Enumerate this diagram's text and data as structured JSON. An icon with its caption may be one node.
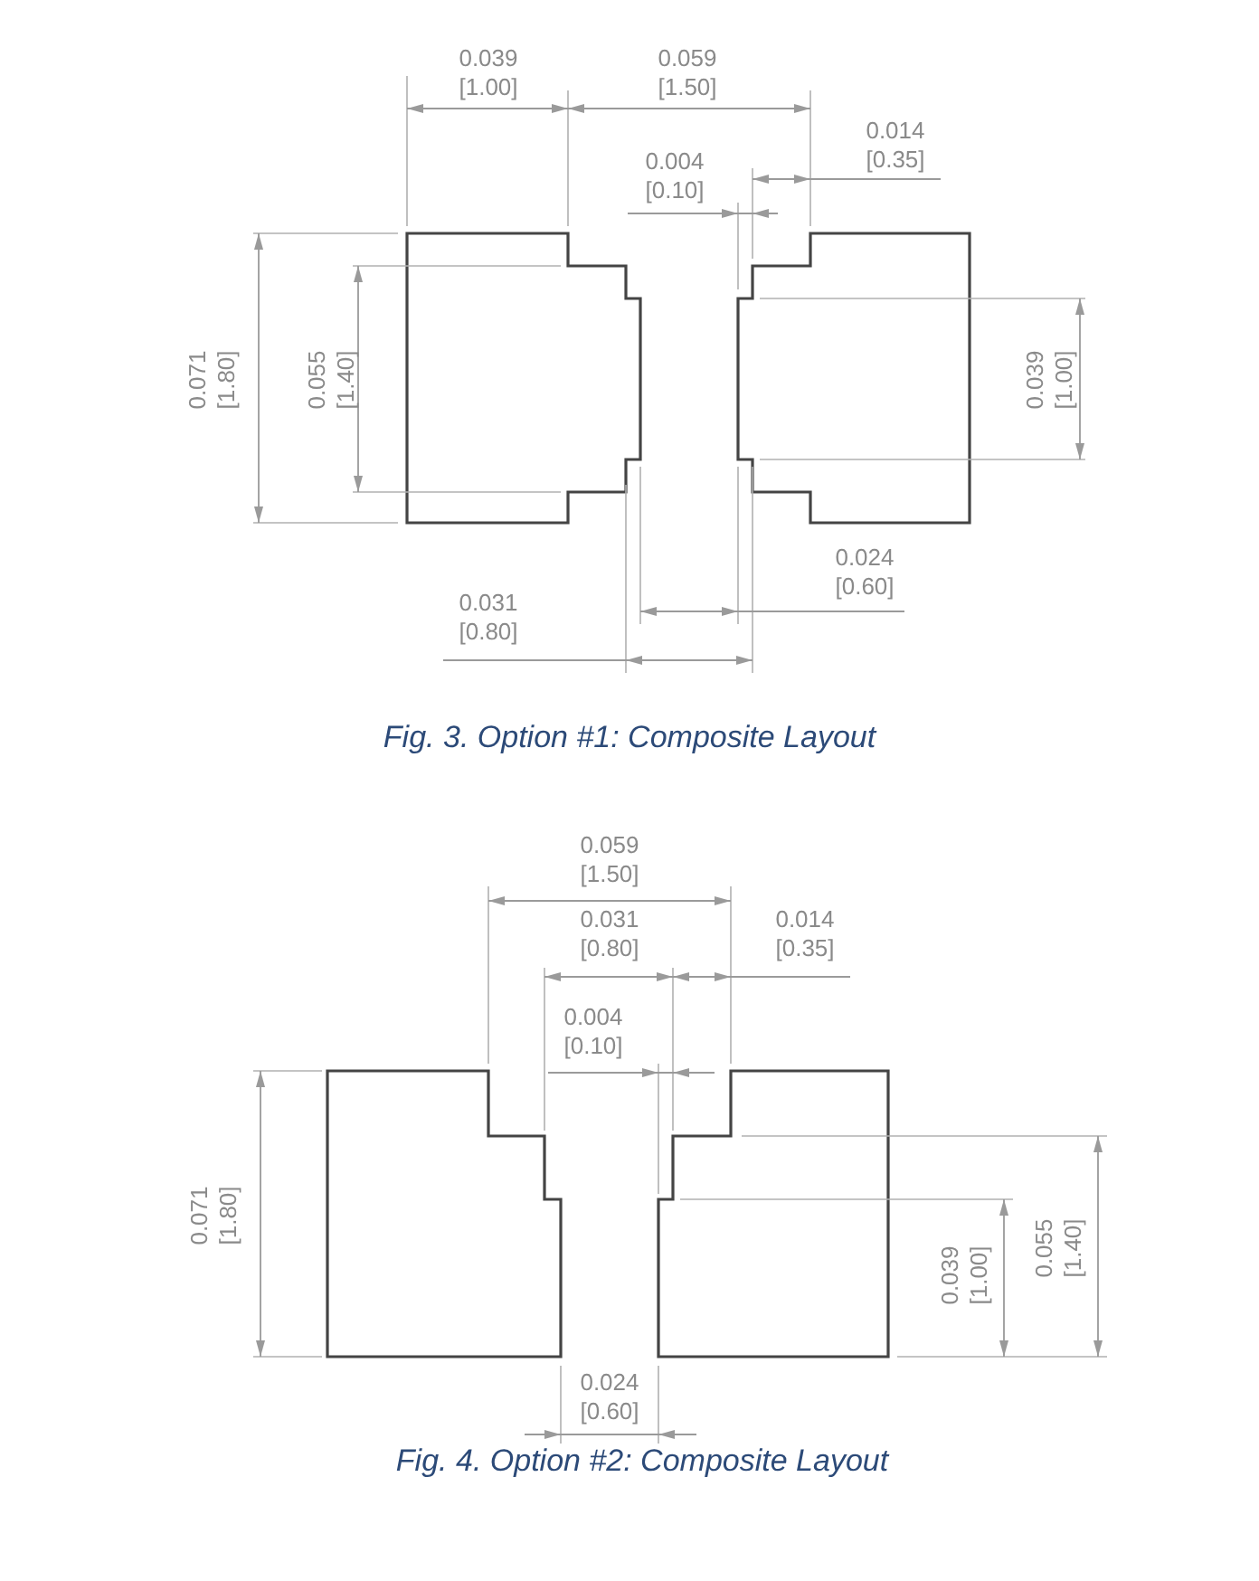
{
  "diagram": {
    "labels": [
      "0.039 [1.00]",
      "0.059 [1.50]",
      "0.014 [0.35]",
      "0.004 [0.10]",
      "0.071 [1.80]",
      "0.055 [1.40]",
      "0.039 [1.00]",
      "0.024 [0.60]",
      "0.031 [0.80]",
      "Fig. 3. Option #1: Composite Layout",
      "0.059 [1.50]",
      "0.031 [0.80]",
      "0.014 [0.35]",
      "0.004 [0.10]",
      "0.071 [1.80]",
      "0.039 [1.00]",
      "0.055 [1.40]",
      "0.024 [0.60]",
      "Fig. 4. Option #2: Composite Layout"
    ]
  }
}
